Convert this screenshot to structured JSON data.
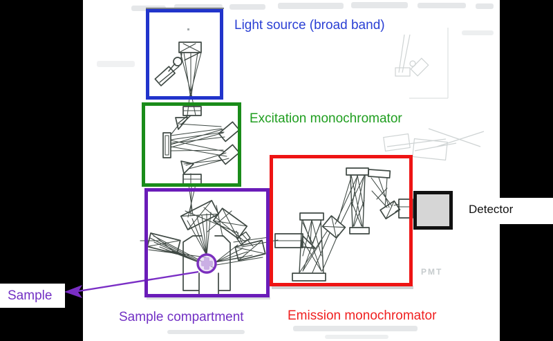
{
  "diagram": {
    "type": "optical-schematic",
    "boxes": [
      {
        "name": "light-source",
        "label": "Light source (broad band)",
        "border_color": "#2134cb"
      },
      {
        "name": "excitation-monochromator",
        "label": "Excitation monochromator",
        "border_color": "#1a8c1a"
      },
      {
        "name": "sample-compartment",
        "label": "Sample compartment",
        "border_color": "#6a1cb8"
      },
      {
        "name": "emission-monochromator",
        "label": "Emission monochromator",
        "border_color": "#ee1414"
      },
      {
        "name": "detector",
        "label": "Detector",
        "border_color": "#111111",
        "fill_color": "#d6d6d6"
      }
    ],
    "callout": {
      "label": "Sample",
      "color": "#7a2ec5"
    },
    "ghost_text": "PMT"
  },
  "colors": {
    "background": "#ffffff",
    "letterbox": "#000000",
    "box_blue": "#2134cb",
    "box_green": "#1a8c1a",
    "box_purple": "#6a1cb8",
    "box_red": "#ee1414",
    "detector_border": "#111111",
    "detector_fill": "#d6d6d6",
    "label_blue": "#2b40d4",
    "label_green": "#1f9e1f",
    "label_purple": "#7230c4",
    "label_red": "#f02020",
    "label_black": "#111111",
    "line_art": "#3e4843",
    "arrow": "#7a2ec5",
    "sample_ring": "#7b2fbe",
    "sample_fill": "#dccaee"
  }
}
